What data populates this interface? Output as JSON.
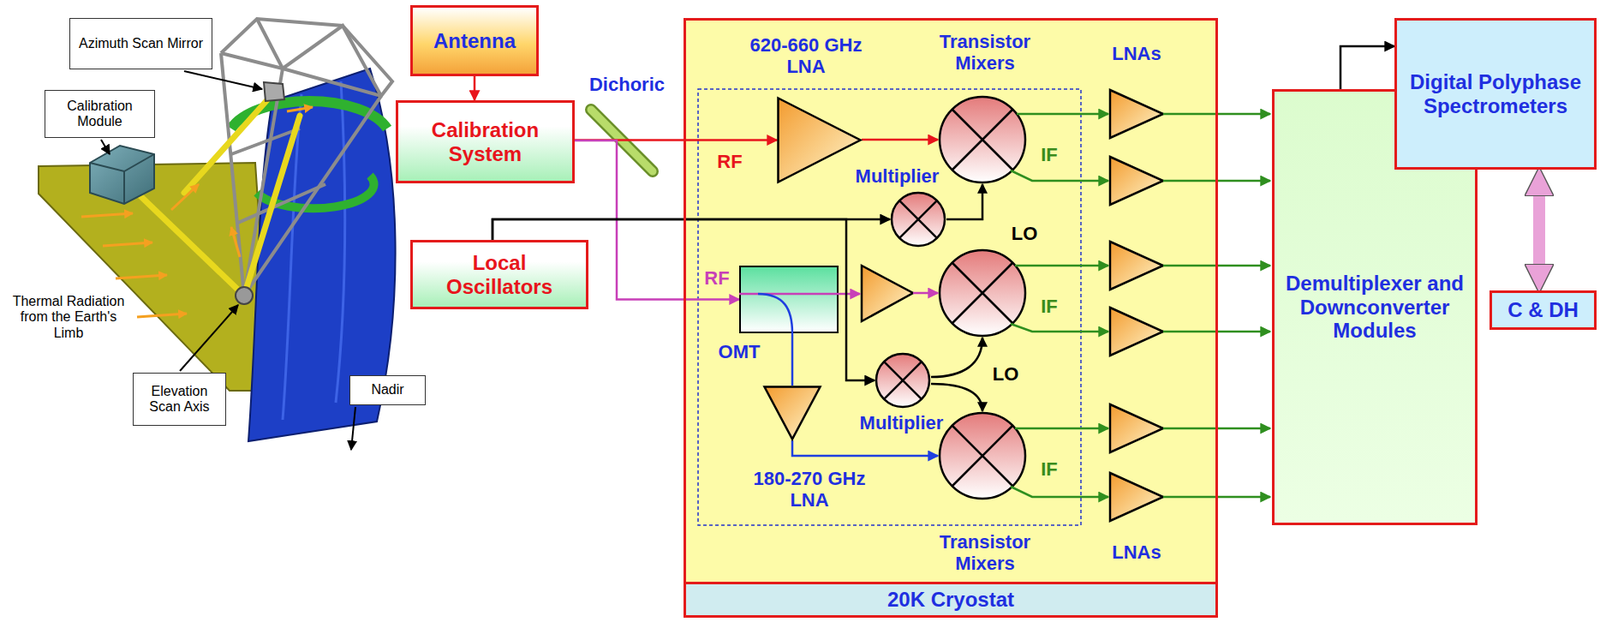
{
  "diagram": {
    "nodes": [
      {
        "text": [
          "Azimuth Scan Mirror"
        ]
      },
      {
        "text": [
          "Calibration Module"
        ]
      },
      {
        "text": [
          "Elevation Scan Axis"
        ]
      },
      {
        "text": [
          "Nadir"
        ]
      },
      {
        "text": [
          "Antenna"
        ]
      },
      {
        "text": [
          "Calibration System"
        ]
      },
      {
        "text": [
          "Local Oscillators"
        ]
      },
      {
        "text": [
          "20K Cryostat"
        ]
      },
      {
        "text": [
          "620-660 GHz LNA"
        ],
        "in": 7
      },
      {
        "text": [
          "Multiplier"
        ],
        "in": 7
      },
      {
        "text": [
          "OMT"
        ],
        "in": 7
      },
      {
        "text": [
          "Multiplier"
        ],
        "in": 7
      },
      {
        "text": [
          "180-270 GHz LNA"
        ],
        "in": 7
      },
      {
        "text": [
          "Demultiplexer and Downconverter Modules"
        ]
      },
      {
        "text": [
          "Digital Polyphase Spectrometers"
        ]
      },
      {
        "text": [
          "C & DH"
        ]
      }
    ],
    "edges": [
      {
        "from": 4,
        "to": 5,
        "arrow": "to"
      },
      {
        "from": 5,
        "to": 8,
        "arrow": "to"
      },
      {
        "from": 5,
        "to": 10,
        "arrow": "to"
      },
      {
        "from": 6,
        "to": 9,
        "arrow": "to"
      },
      {
        "from": 6,
        "to": 11,
        "arrow": "to"
      },
      {
        "from": 10,
        "to": 12,
        "arrow": "none"
      },
      {
        "from": 13,
        "to": 14,
        "arrow": "to"
      },
      {
        "from": 14,
        "to": 15,
        "arrow": "both"
      }
    ],
    "labels": [
      "Thermal Radiation from the Earth's Limb",
      "Dichoric",
      "RF",
      "RF",
      "Transistor Mixers",
      "LNAs",
      "IF",
      "LO",
      "IF",
      "LO",
      "IF",
      "Transistor Mixers",
      "LNAs"
    ]
  }
}
